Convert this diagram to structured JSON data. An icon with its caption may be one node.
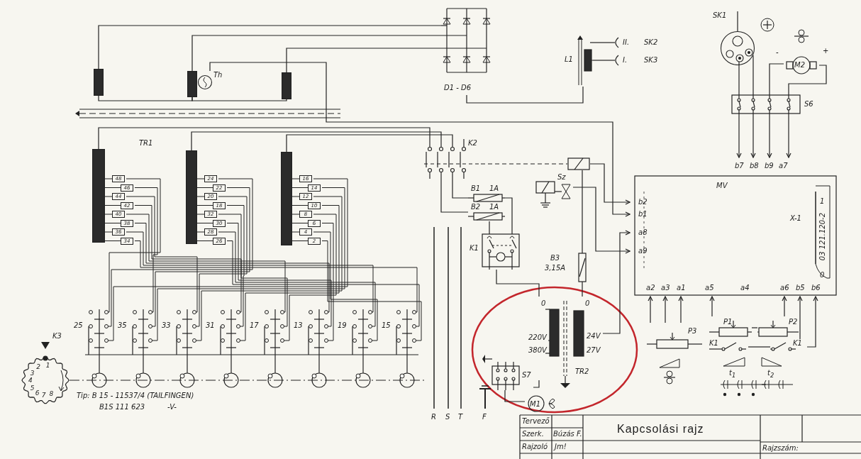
{
  "diagram": {
    "nodes": [
      {
        "text": [],
        "shape": "box"
      },
      {
        "text": [],
        "shape": "box"
      },
      {
        "text": [
          "Th"
        ]
      },
      {
        "text": [],
        "shape": "box"
      },
      {
        "text": [
          "D1 - D6"
        ]
      },
      {
        "text": [
          "L1"
        ]
      },
      {
        "text": [
          "II.",
          "SK2"
        ]
      },
      {
        "text": [
          "I.",
          "SK3"
        ]
      },
      {
        "text": [
          "SK1"
        ]
      },
      {
        "text": [
          "M2"
        ]
      },
      {
        "text": [
          "S6"
        ]
      },
      {
        "text": [],
        "shape": "box"
      },
      {
        "text": [],
        "shape": "box"
      },
      {
        "text": [],
        "shape": "box"
      },
      {
        "text": [
          "K2"
        ]
      },
      {
        "text": [
          "B1",
          "1A"
        ]
      },
      {
        "text": [
          "B2",
          "1A"
        ]
      },
      {
        "text": [
          "K1"
        ]
      },
      {
        "text": [
          "Sz"
        ]
      },
      {
        "text": [
          "B3",
          "3,15A"
        ]
      },
      {
        "text": [
          "b7",
          "b8",
          "b9",
          "a7",
          "MV",
          "b2",
          "b1",
          "a8",
          "a9",
          "X-1",
          "1",
          "03 121.120-2",
          "0",
          "a2",
          "a3",
          "a1",
          "a5",
          "a4",
          "a6",
          "b5",
          "b6"
        ]
      },
      {
        "text": [
          "0",
          "220V",
          "380V",
          "0",
          "24V",
          "27V",
          "TR2"
        ]
      },
      {
        "text": [
          "S7"
        ]
      },
      {
        "text": [
          "M1"
        ]
      },
      {
        "text": [
          "P3"
        ]
      },
      {
        "text": [
          "P1"
        ]
      },
      {
        "text": [
          "P2"
        ]
      },
      {
        "text": [
          "K1"
        ]
      },
      {
        "text": [
          "K1"
        ]
      },
      {
        "text": [
          "K3",
          "1",
          "2",
          "3",
          "4",
          "5",
          "6",
          "7",
          "8"
        ]
      },
      {
        "text": [],
        "shape": "box"
      }
    ],
    "edges": [
      {
        "from": 0,
        "to": 1,
        "arrow": "none"
      },
      {
        "from": 1,
        "to": 3,
        "arrow": "none"
      },
      {
        "from": 0,
        "to": 4,
        "arrow": "none"
      },
      {
        "from": 1,
        "to": 4,
        "arrow": "none"
      },
      {
        "from": 3,
        "to": 4,
        "arrow": "none"
      },
      {
        "from": 2,
        "to": 20,
        "arrow": "to"
      },
      {
        "from": 4,
        "to": 5,
        "arrow": "none"
      },
      {
        "from": 5,
        "to": 6,
        "arrow": "none"
      },
      {
        "from": 5,
        "to": 7,
        "arrow": "none"
      },
      {
        "from": 8,
        "to": 10,
        "arrow": "none"
      },
      {
        "from": 8,
        "to": 10,
        "arrow": "none"
      },
      {
        "from": 9,
        "to": 10,
        "arrow": "none"
      },
      {
        "from": 9,
        "to": 10,
        "arrow": "none"
      },
      {
        "from": 10,
        "to": 20,
        "arrow": "to"
      },
      {
        "from": 10,
        "to": 20,
        "arrow": "to"
      },
      {
        "from": 10,
        "to": 20,
        "arrow": "to"
      },
      {
        "from": 10,
        "to": 20,
        "arrow": "to"
      },
      {
        "from": 11,
        "to": 14,
        "arrow": "none"
      },
      {
        "from": 12,
        "to": 14,
        "arrow": "none"
      },
      {
        "from": 13,
        "to": 14,
        "arrow": "none"
      },
      {
        "from": 14,
        "to": 30,
        "arrow": "none",
        "style": "dashed"
      },
      {
        "from": 30,
        "to": 20,
        "arrow": "to"
      },
      {
        "from": 15,
        "to": 17,
        "arrow": "none"
      },
      {
        "from": 16,
        "to": 17,
        "arrow": "none"
      },
      {
        "from": 19,
        "to": 21,
        "arrow": "none"
      },
      {
        "from": 21,
        "to": 20,
        "arrow": "to"
      },
      {
        "from": 21,
        "to": 22,
        "arrow": "none"
      },
      {
        "from": 22,
        "to": 23,
        "arrow": "none"
      },
      {
        "from": 24,
        "to": 20,
        "arrow": "to"
      },
      {
        "from": 24,
        "to": 20,
        "arrow": "to"
      },
      {
        "from": 24,
        "to": 20,
        "arrow": "to"
      },
      {
        "from": 25,
        "to": 20,
        "arrow": "to"
      },
      {
        "from": 26,
        "to": 20,
        "arrow": "to"
      },
      {
        "from": 25,
        "to": 26,
        "arrow": "none"
      },
      {
        "from": 28,
        "to": 20,
        "arrow": "to"
      },
      {
        "from": 28,
        "to": 20,
        "arrow": "to"
      },
      {
        "from": 27,
        "to": 28,
        "arrow": "none"
      },
      {
        "from": 17,
        "to": 21,
        "arrow": "none"
      },
      {
        "from": 18,
        "to": 20,
        "arrow": "to"
      },
      {
        "from": 14,
        "to": 15,
        "arrow": "none"
      },
      {
        "from": 14,
        "to": 16,
        "arrow": "none"
      },
      {
        "from": 30,
        "to": 19,
        "arrow": "none"
      }
    ],
    "labels": [
      "TR1",
      "48",
      "46",
      "44",
      "42",
      "40",
      "38",
      "36",
      "34",
      "24",
      "22",
      "20",
      "18",
      "32",
      "30",
      "28",
      "26",
      "16",
      "14",
      "12",
      "10",
      "8",
      "6",
      "4",
      "2",
      "25",
      "35",
      "33",
      "31",
      "17",
      "13",
      "19",
      "15",
      "Tip: B 15 - 11537/4 (TAILFINGEN)",
      "B1S 111 623",
      "-V-",
      "R",
      "S",
      "T",
      "F",
      "-",
      "+",
      "t$_{1}$",
      "t$_{2}$",
      "Tervező",
      "Szerk.",
      "Búzás F.",
      "Rajzoló",
      "Jm!",
      "Kapcsolási rajz",
      "Rajzszám:"
    ]
  }
}
